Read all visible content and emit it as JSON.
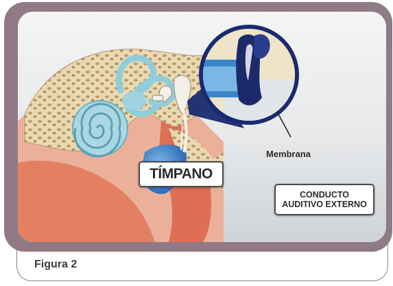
{
  "figure": {
    "caption": "Figura 2",
    "labels": {
      "timpano": "TÍMPANO",
      "membrana": "Membrana",
      "conducto": "CONDUCTO AUDITIVO EXTERNO"
    }
  },
  "colors": {
    "frame": "#8f7a86",
    "bone": "#e8d7b0",
    "tissue": "#e47e64",
    "cochlea": "#9fd3df",
    "canal_blue": "#2f6fb5",
    "membrane_navy": "#1c2a6b"
  }
}
